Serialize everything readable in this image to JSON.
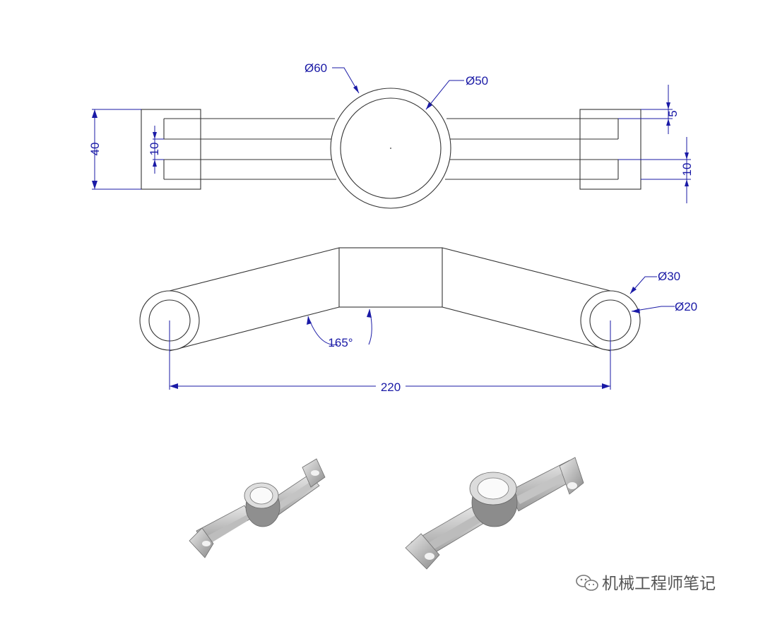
{
  "top_view": {
    "dia_outer": "Ø60",
    "dia_inner": "Ø50",
    "height": "40",
    "slot_left": "10",
    "gap_right": "5",
    "slot_right": "10"
  },
  "front_view": {
    "dia_outer": "Ø30",
    "dia_inner": "Ø20",
    "angle": "165°",
    "length": "220"
  },
  "colors": {
    "dimension": "#1a1aa6",
    "outline": "#333333",
    "part_light": "#d8d8d8",
    "part_shadow": "#8e8e8e"
  },
  "watermark": {
    "icon": "wechat-icon",
    "text": "机械工程师笔记"
  }
}
